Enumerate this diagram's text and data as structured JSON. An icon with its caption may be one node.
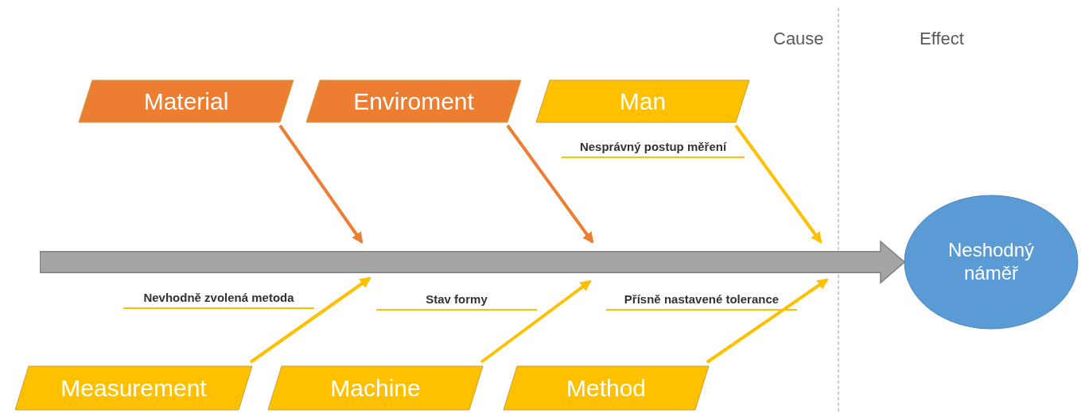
{
  "diagram": {
    "nodes": [
      {
        "text": [
          "Material"
        ]
      },
      {
        "text": [
          "Enviroment"
        ]
      },
      {
        "text": [
          "Man"
        ],
        "beside": [
          "Nesprávný postup měření"
        ]
      },
      {
        "text": [
          "Measurement"
        ]
      },
      {
        "text": [
          "Machine"
        ]
      },
      {
        "text": [
          "Method"
        ]
      },
      {
        "text": [
          "Neshodný náměř"
        ]
      }
    ],
    "edges": [
      {
        "from": 0,
        "to": null,
        "arrow": "to",
        "color": "#ed7d31"
      },
      {
        "from": 1,
        "to": null,
        "arrow": "to",
        "color": "#ed7d31"
      },
      {
        "from": 2,
        "to": null,
        "arrow": "to"
      },
      {
        "from": 3,
        "to": null,
        "arrow": "to"
      },
      {
        "from": 4,
        "to": null,
        "arrow": "to"
      },
      {
        "from": 5,
        "to": null,
        "arrow": "to"
      },
      {
        "from": null,
        "to": 6,
        "arrow": "to",
        "style": "thick",
        "color": "#a5a5a5"
      }
    ],
    "labels": [
      "Cause",
      "Effect",
      "Nevhodně zvolená metoda",
      "Stav formy",
      "Přísně nastavené tolerance"
    ]
  }
}
